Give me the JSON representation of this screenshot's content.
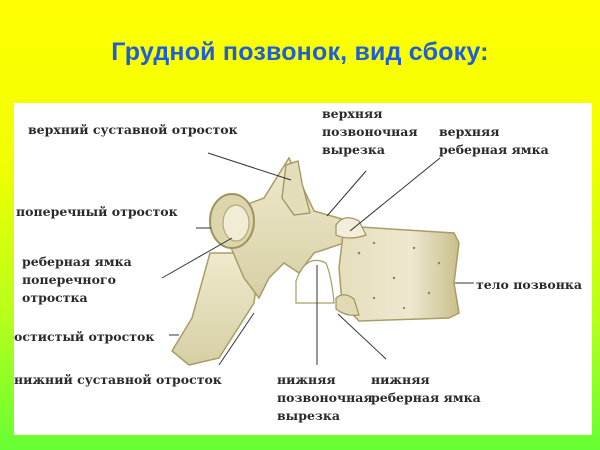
{
  "title": "Грудной позвонок, вид сбоку:",
  "colors": {
    "title": "#1f5fd6",
    "background_top": "#ffff00",
    "background_bottom": "#66ff33",
    "panel": "#ffffff",
    "bone": "#e8e3c4",
    "bone_shadow": "#b8ae7a",
    "label_text": "#2a2a2a"
  },
  "labels": {
    "superior_articular_process": "верхний суставной отросток",
    "transverse_process": "поперечный отросток",
    "transverse_costal_facet": [
      "реберная ямка",
      "поперечного",
      "отростка"
    ],
    "spinous_process": "остистый отросток",
    "inferior_articular_process": "нижний суставной отросток",
    "superior_vertebral_notch": [
      "верхняя",
      "позвоночная",
      "вырезка"
    ],
    "superior_costal_facet": [
      "верхняя",
      "реберная ямка"
    ],
    "vertebral_body": "тело позвонка",
    "inferior_vertebral_notch": [
      "нижняя",
      "позвоночная",
      "вырезка"
    ],
    "inferior_costal_facet": [
      "нижняя",
      "реберная ямка"
    ]
  }
}
